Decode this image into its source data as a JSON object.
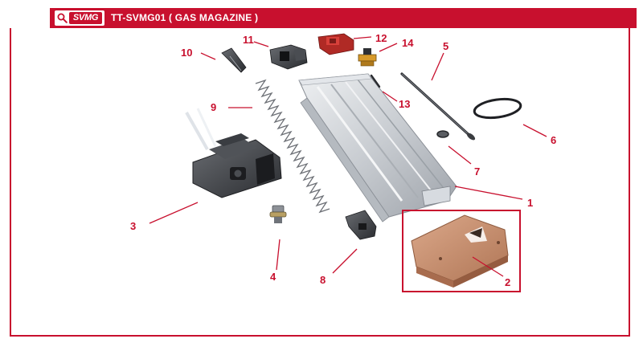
{
  "header": {
    "logo_text": "SVMG",
    "title": "TT-SVMG01 ( GAS MAGAZINE )",
    "accent_color": "#c8102e",
    "icons": [
      "magnifier-icon"
    ]
  },
  "callouts": {
    "c1": "1",
    "c2": "2",
    "c3": "3",
    "c4": "4",
    "c5": "5",
    "c6": "6",
    "c7": "7",
    "c8": "8",
    "c9": "9",
    "c10": "10",
    "c11": "11",
    "c12": "12",
    "c13": "13",
    "c14": "14"
  },
  "parts": [
    "magazine-body",
    "base-plate",
    "magazine-base",
    "fill-valve",
    "rod",
    "o-ring",
    "washer",
    "follower",
    "spring",
    "spring-guide",
    "gas-route",
    "feed-lip",
    "pin",
    "release-valve"
  ],
  "colors": {
    "callout": "#c8102e",
    "base_plate": "#c0886a",
    "feed_lip": "#b02a25",
    "release_valve": "#d89a2a",
    "magazine_body": "#cfd3d8"
  }
}
